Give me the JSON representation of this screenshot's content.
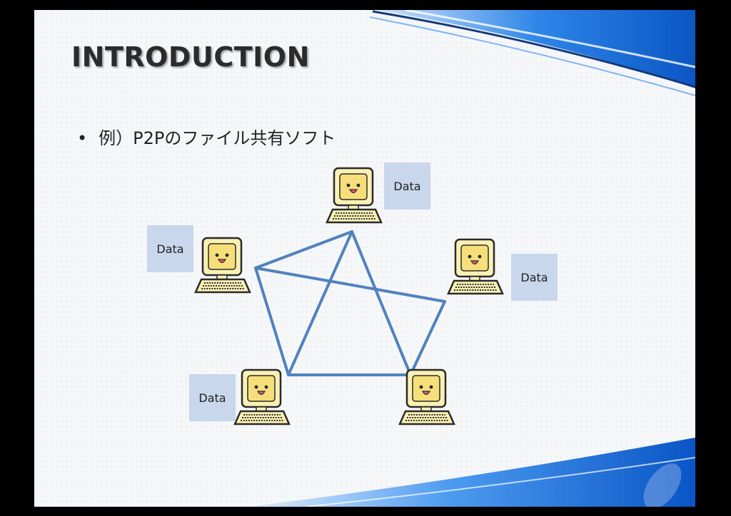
{
  "slide": {
    "title": "INTRODUCTION",
    "bullet_symbol": "•",
    "bullet_text": "例）P2Pのファイル共有ソフト"
  },
  "diagram": {
    "nodes": [
      {
        "id": "top",
        "name": "computer-icon"
      },
      {
        "id": "left",
        "name": "computer-icon"
      },
      {
        "id": "right",
        "name": "computer-icon"
      },
      {
        "id": "bottom-left",
        "name": "computer-icon"
      },
      {
        "id": "bottom-right",
        "name": "computer-icon"
      }
    ],
    "edges": [
      [
        "top",
        "bottom-left"
      ],
      [
        "top",
        "bottom-right"
      ],
      [
        "left",
        "right"
      ],
      [
        "left",
        "bottom-left"
      ],
      [
        "right",
        "bottom-right"
      ],
      [
        "bottom-left",
        "bottom-right"
      ],
      [
        "left",
        "top"
      ]
    ],
    "data_labels": [
      "Data",
      "Data",
      "Data",
      "Data"
    ],
    "edge_color": "#5082be",
    "data_box_color": "#c8d7ec",
    "accent_color": "#1a6fd6"
  }
}
